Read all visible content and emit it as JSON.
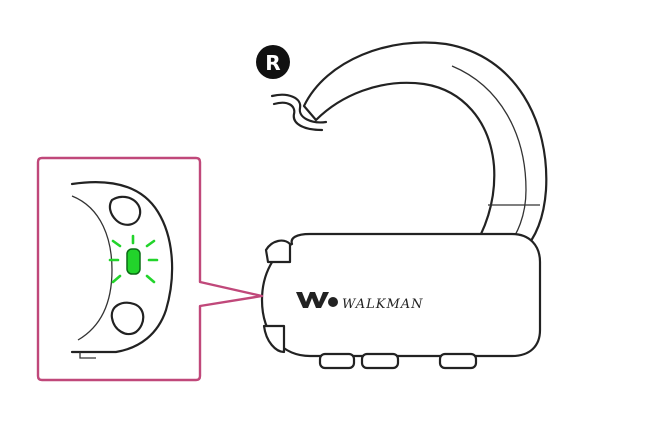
{
  "side_badge": {
    "label": "R"
  },
  "brand": {
    "logo_text": "WALKMAN"
  },
  "colors": {
    "callout_border": "#c0487a",
    "indicator_on": "#22d42b",
    "outline": "#222222",
    "badge_bg": "#111111"
  },
  "indicator": {
    "state": "on",
    "color_name": "green"
  }
}
